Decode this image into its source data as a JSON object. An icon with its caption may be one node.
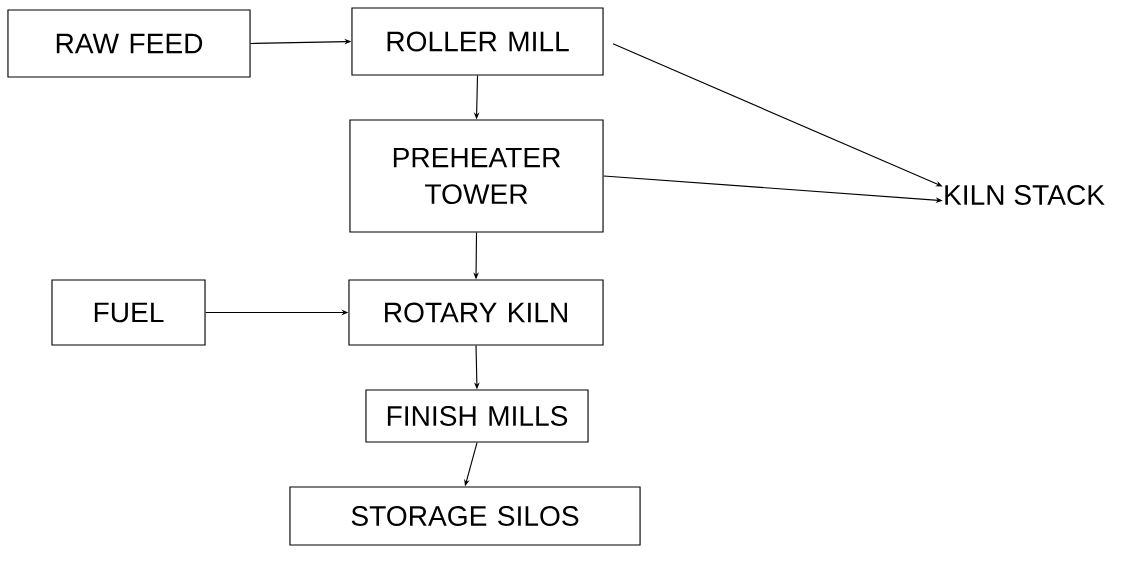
{
  "diagram": {
    "nodes": [
      {
        "text": [
          "RAW FEED"
        ]
      },
      {
        "text": [
          "ROLLER MILL"
        ]
      },
      {
        "text": [
          "PREHEATER TOWER"
        ]
      },
      {
        "text": [
          "KILN STACK"
        ]
      },
      {
        "text": [
          "FUEL"
        ]
      },
      {
        "text": [
          "ROTARY KILN"
        ]
      },
      {
        "text": [
          "FINISH MILLS"
        ]
      },
      {
        "text": [
          "STORAGE SILOS"
        ]
      }
    ],
    "edges": [
      {
        "from": 0,
        "to": 1,
        "arrow": "to"
      },
      {
        "from": 1,
        "to": 2,
        "arrow": "to"
      },
      {
        "from": 1,
        "to": 3,
        "arrow": "to"
      },
      {
        "from": 2,
        "to": 3,
        "arrow": "to"
      },
      {
        "from": 2,
        "to": 5,
        "arrow": "to"
      },
      {
        "from": 4,
        "to": 5,
        "arrow": "to"
      },
      {
        "from": 5,
        "to": 6,
        "arrow": "to"
      },
      {
        "from": 6,
        "to": 7,
        "arrow": "to"
      }
    ]
  }
}
